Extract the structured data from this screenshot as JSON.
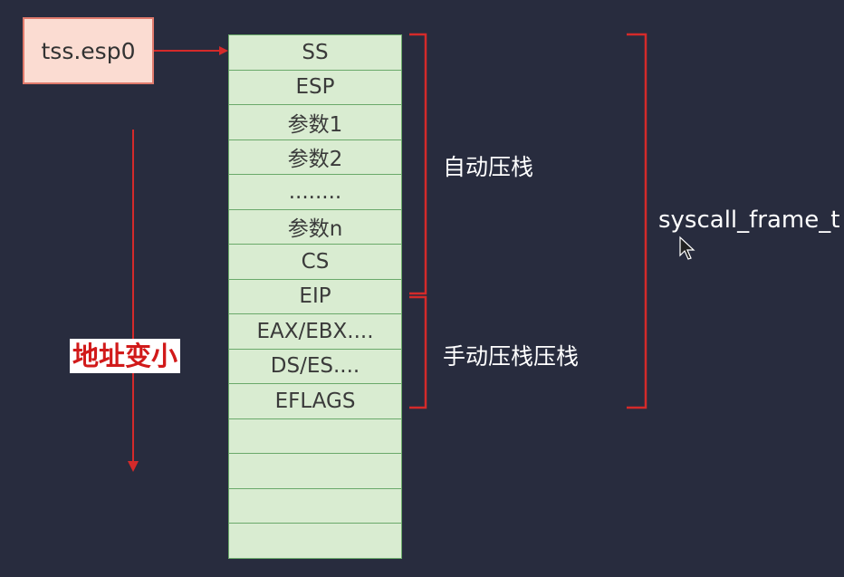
{
  "pointer": {
    "label": "tss.esp0"
  },
  "stack": {
    "cells": [
      "SS",
      "ESP",
      "参数1",
      "参数2",
      "........",
      "参数n",
      "CS",
      "EIP",
      "EAX/EBX....",
      "DS/ES....",
      "EFLAGS",
      "",
      "",
      "",
      ""
    ]
  },
  "brackets": {
    "auto_push": "自动压栈",
    "manual_push": "手动压栈压栈",
    "frame": "syscall_frame_t"
  },
  "address_direction": "地址变小",
  "colors": {
    "background": "#282c3e",
    "stack_fill": "#d9ecd1",
    "stack_border": "#6aa96a",
    "accent_red": "#d42a2a",
    "pointer_fill": "#fbdcd2"
  }
}
